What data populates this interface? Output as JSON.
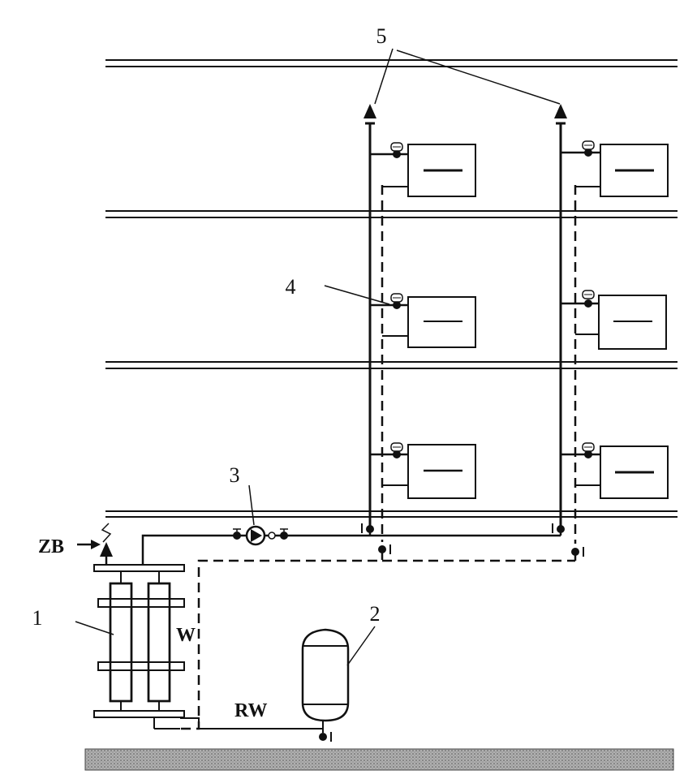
{
  "labels": {
    "boiler": "1",
    "tank": "2",
    "pump": "3",
    "valve": "4",
    "vent": "5",
    "supply_in": "ZB",
    "w": "W",
    "return": "RW"
  },
  "colors": {
    "ink": "#111111",
    "background": "#ffffff",
    "ground": "#9a9a9a"
  }
}
